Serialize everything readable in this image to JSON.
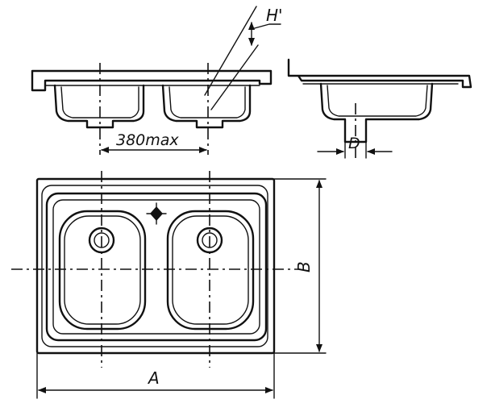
{
  "labels": {
    "overflow_height": "H'",
    "bowl_spacing": "380max",
    "drain_diameter": "D",
    "depth": "B",
    "width": "A"
  }
}
